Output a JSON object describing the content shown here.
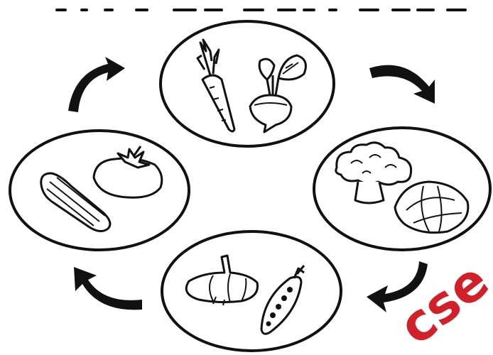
{
  "title": "",
  "colors": {
    "ink": "#111111",
    "background": "#ffffff",
    "watermark": "#d0212b"
  },
  "watermark": {
    "text": "cse"
  },
  "cycle": {
    "direction": "clockwise",
    "groups": [
      {
        "position": "top",
        "items": [
          "carrot-icon",
          "beetroot-icon"
        ]
      },
      {
        "position": "right",
        "items": [
          "cauliflower-icon",
          "cabbage-icon"
        ]
      },
      {
        "position": "bottom",
        "items": [
          "garlic-icon",
          "pea-pod-icon"
        ]
      },
      {
        "position": "left",
        "items": [
          "cucumber-icon",
          "tomato-icon"
        ]
      }
    ],
    "arrows": [
      "arrow-top-right",
      "arrow-bottom-right",
      "arrow-bottom-left",
      "arrow-top-left"
    ]
  }
}
